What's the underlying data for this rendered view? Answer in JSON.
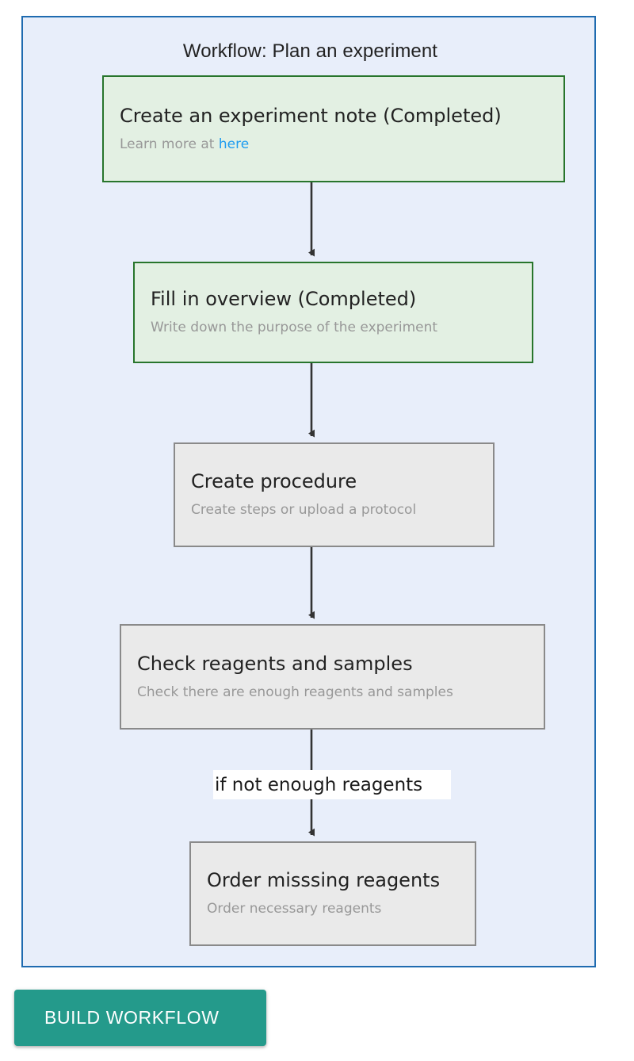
{
  "workflow": {
    "title": "Workflow: Plan an experiment",
    "container_border_color": "#1f6bb0",
    "container_fill_color": "#e8eefa",
    "nodes": [
      {
        "id": "create-note",
        "title": "Create an experiment note (Completed)",
        "desc_prefix": "Learn more at ",
        "desc_link": "here",
        "status": "completed",
        "fill_color": "#e3f0e3",
        "border_color": "#28752c",
        "link_color": "#1e9cf0"
      },
      {
        "id": "fill-overview",
        "title": "Fill in overview (Completed)",
        "desc": "Write down the purpose of the experiment",
        "status": "completed",
        "fill_color": "#e3f0e3",
        "border_color": "#28752c"
      },
      {
        "id": "create-procedure",
        "title": "Create procedure",
        "desc": "Create steps or upload a protocol",
        "status": "pending",
        "fill_color": "#eaeaea",
        "border_color": "#8a8a8a"
      },
      {
        "id": "check-reagents",
        "title": "Check reagents and samples",
        "desc": "Check there are enough reagents and samples",
        "status": "pending",
        "fill_color": "#eaeaea",
        "border_color": "#8a8a8a"
      },
      {
        "id": "order-reagents",
        "title": "Order misssing reagents",
        "desc": "Order necessary reagents",
        "status": "pending",
        "fill_color": "#eaeaea",
        "border_color": "#8a8a8a"
      }
    ],
    "edges": [
      {
        "from": "create-note",
        "to": "fill-overview",
        "label": ""
      },
      {
        "from": "fill-overview",
        "to": "create-procedure",
        "label": ""
      },
      {
        "from": "create-procedure",
        "to": "check-reagents",
        "label": ""
      },
      {
        "from": "check-reagents",
        "to": "order-reagents",
        "label": "if not enough reagents"
      }
    ],
    "edge_color": "#333333"
  },
  "actions": {
    "build_workflow_label": "BUILD WORKFLOW",
    "build_workflow_color": "#249a8b"
  }
}
